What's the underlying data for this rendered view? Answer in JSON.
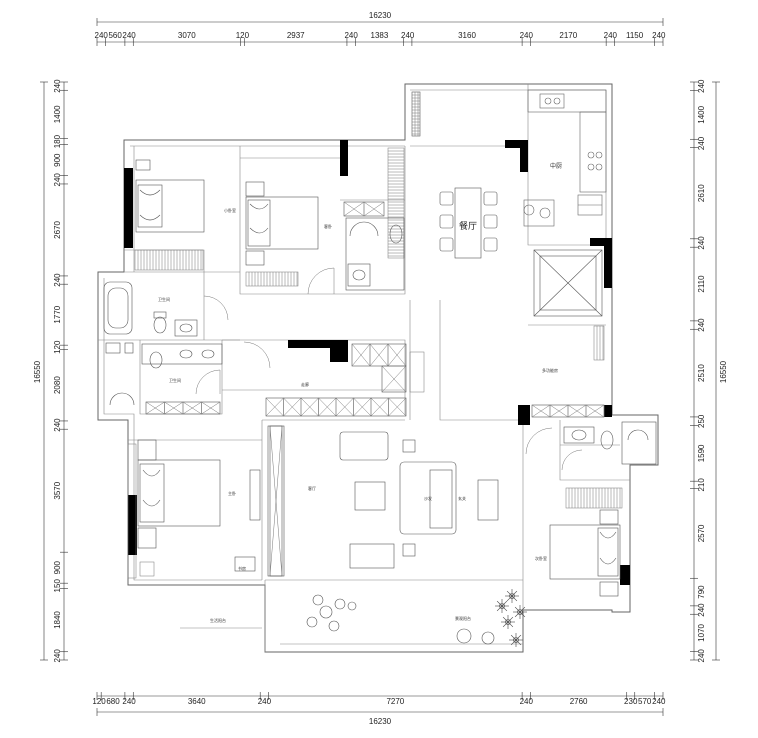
{
  "dimensions": {
    "top_total": "16230",
    "top_segments": [
      "240",
      "560",
      "240",
      "3070",
      "120",
      "2937",
      "240",
      "1383",
      "240",
      "3160",
      "240",
      "2170",
      "240",
      "1150",
      "240"
    ],
    "bottom_total": "16230",
    "bottom_segments": [
      "120",
      "680",
      "240",
      "3640",
      "240",
      "7270",
      "240",
      "2760",
      "230",
      "570",
      "240"
    ],
    "left_total": "16550",
    "left_segments": [
      "240",
      "1400",
      "180",
      "900",
      "240",
      "2670",
      "240",
      "1770",
      "120",
      "2080",
      "240",
      "3570",
      "900",
      "150",
      "1840",
      "240"
    ],
    "right_total": "16550",
    "right_segments": [
      "240",
      "1400",
      "240",
      "2610",
      "240",
      "2110",
      "240",
      "2510",
      "250",
      "1590",
      "210",
      "2570",
      "790",
      "240",
      "1070",
      "240"
    ]
  },
  "rooms": {
    "kitchen": "中厨",
    "dining": "餐厅",
    "bedroom_nw": "小卧室",
    "bedroom_n": "客卧",
    "bath_w": "卫生间",
    "bath_mid": "卫生间",
    "master_bedroom": "主卧",
    "corridor": "走廊",
    "living": "客厅",
    "tv_label": "电视柜",
    "study": "书房",
    "balcony_w": "生活阳台",
    "balcony_s": "景观阳台",
    "bedroom_se": "次卧室",
    "entrance": "玄关",
    "multi_room": "多功能房",
    "sofa_label": "沙发"
  }
}
